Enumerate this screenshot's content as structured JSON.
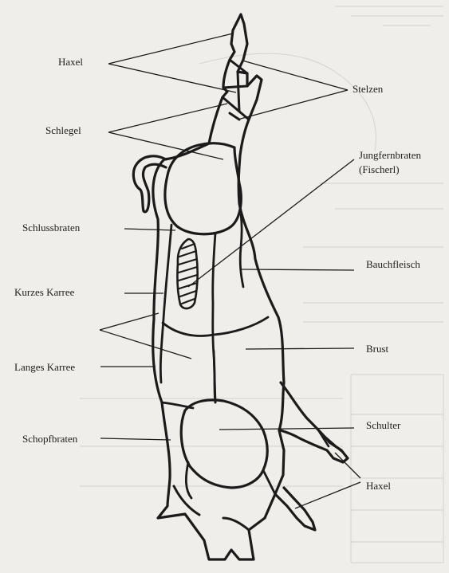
{
  "labels": {
    "haxel_top": "Haxel",
    "schlegel": "Schlegel",
    "schlussbraten": "Schlussbraten",
    "kurzes_karree": "Kurzes Karree",
    "langes_karree": "Langes Karree",
    "schopfbraten": "Schopfbraten",
    "stelzen": "Stelzen",
    "jungfernbraten_1": "Jungfernbraten",
    "jungfernbraten_2": "(Fischerl)",
    "bauchfleisch": "Bauchfleisch",
    "brust": "Brust",
    "schulter": "Schulter",
    "haxel_bottom": "Haxel"
  },
  "colors": {
    "paper": "#efeeea",
    "ink": "#1b1b1b",
    "bleed": "#cfcec9"
  }
}
